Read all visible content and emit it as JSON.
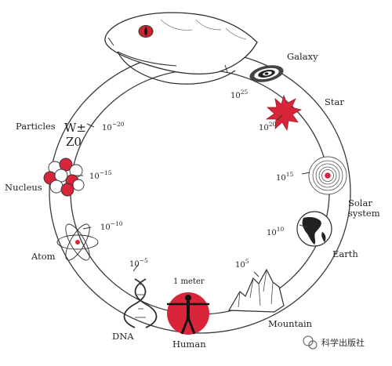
{
  "labels": {
    "galaxy": "Galaxy",
    "star": "Star",
    "solar_system_line1": "Solar",
    "solar_system_line2": "system",
    "earth": "Earth",
    "mountain": "Mountain",
    "human": "Human",
    "one_meter": "1 meter",
    "dna": "DNA",
    "atom": "Atom",
    "nucleus": "Nucleus",
    "particles": "Particles",
    "w_boson": "W±",
    "z_boson": "Z0"
  },
  "scale_marks": {
    "p25": {
      "base": "10",
      "exp": "25"
    },
    "p20": {
      "base": "10",
      "exp": "20"
    },
    "p15": {
      "base": "10",
      "exp": "15"
    },
    "p10": {
      "base": "10",
      "exp": "10"
    },
    "p5": {
      "base": "10",
      "exp": "5"
    },
    "m5": {
      "base": "10",
      "exp": "−5"
    },
    "m10": {
      "base": "10",
      "exp": "−10"
    },
    "m15": {
      "base": "10",
      "exp": "−15"
    },
    "m20": {
      "base": "10",
      "exp": "−20"
    }
  },
  "watermark": "科学出版社",
  "colors": {
    "accent_red": "#d8253a",
    "snake_eye": "#d22130",
    "outline": "#333333"
  }
}
